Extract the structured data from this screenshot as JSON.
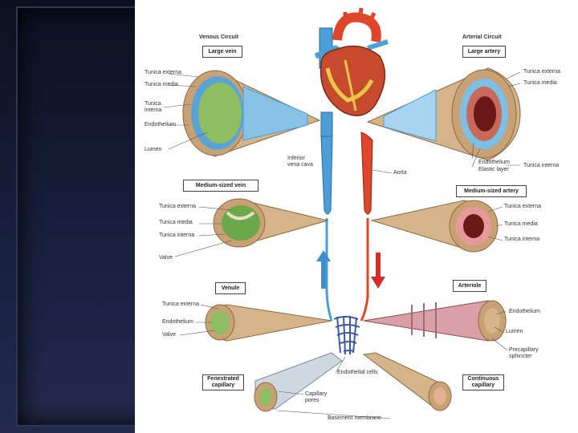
{
  "headers": {
    "venous": "Venous Circuit",
    "arterial": "Arterial Circuit"
  },
  "boxes": {
    "large_vein": "Large vein",
    "large_artery": "Large artery",
    "medium_vein": "Medium-sized vein",
    "medium_artery": "Medium-sized artery",
    "venule": "Venule",
    "arteriole": "Arteriole",
    "fenestrated_1": "Fenestrated",
    "fenestrated_2": "capillary",
    "continuous_1": "Continuous",
    "continuous_2": "capillary"
  },
  "labels": {
    "lv_externa": "Tunica externa",
    "lv_media": "Tunica media",
    "lv_interna_1": "Tunica",
    "lv_interna_2": "interna",
    "lv_endothelium": "Endothelium",
    "lv_lumen": "Lumen",
    "ivc_1": "Inferior",
    "ivc_2": "vena cava",
    "la_externa": "Tunica externa",
    "la_media": "Tunica media",
    "la_endothelium": "Endothelium",
    "la_elastic": "Elastic layer",
    "la_interna": "Tunica interna",
    "aorta": "Aorta",
    "mv_externa": "Tunica externa",
    "mv_media": "Tunica media",
    "mv_interna": "Tunica interna",
    "mv_valve": "Valve",
    "ma_externa": "Tunica externa",
    "ma_media": "Tunica media",
    "ma_interna": "Tunica interna",
    "vn_externa": "Tunica externa",
    "vn_endothelium": "Endothelium",
    "vn_valve": "Valve",
    "ar_endothelium": "Endothelium",
    "ar_lumen": "Lumen",
    "ar_sphincter_1": "Precapillary",
    "ar_sphincter_2": "sphincter",
    "endothelial_cells": "Endothelial cells",
    "pores_1": "Capillary",
    "pores_2": "pores",
    "basement": "Basement membrane"
  },
  "colors": {
    "vein_blue": "#4a9fd8",
    "artery_red": "#e0472a",
    "arrow_blue": "#3d8fcf",
    "arrow_red": "#d82a2a",
    "wall_tan": "#d6b48a"
  }
}
